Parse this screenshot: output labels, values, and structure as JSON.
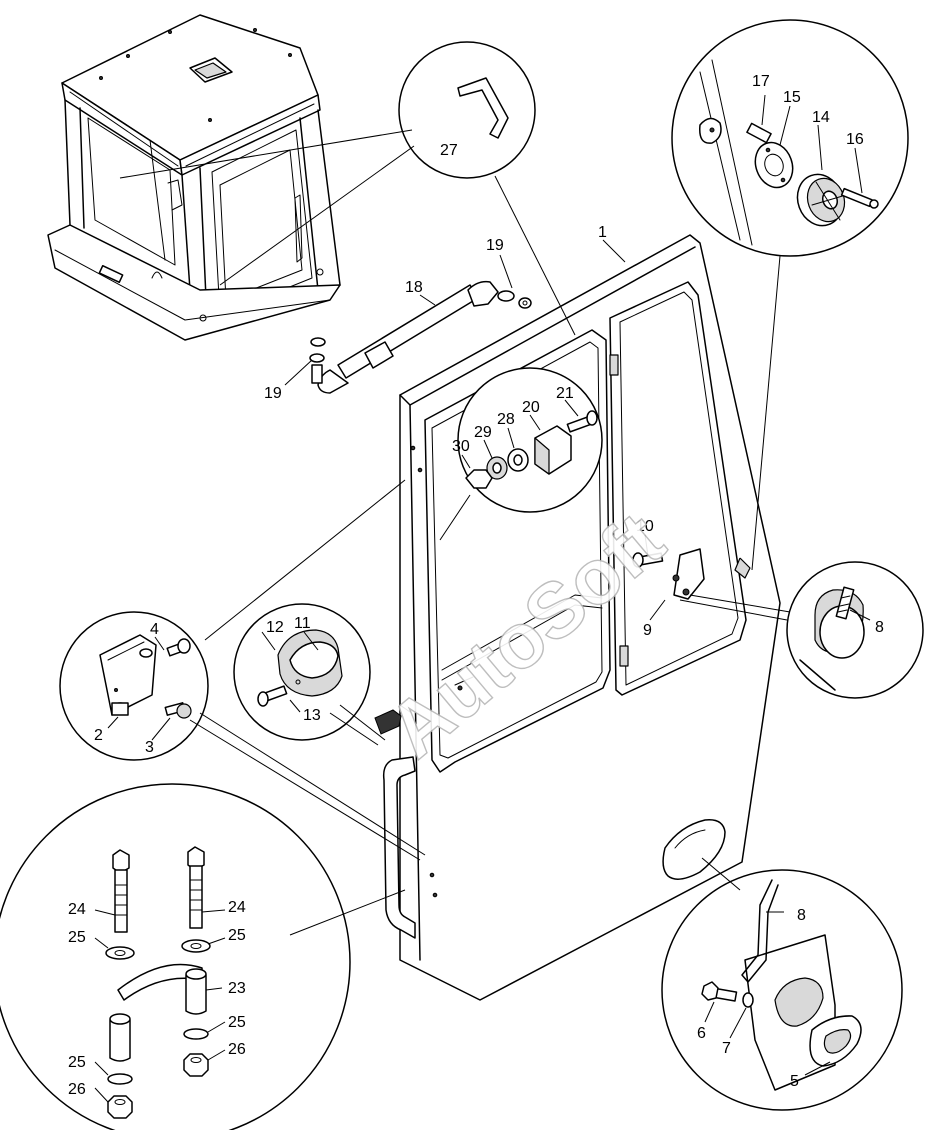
{
  "watermark": "AutoSoft",
  "callouts": [
    {
      "id": "c1",
      "text": "1"
    },
    {
      "id": "c2",
      "text": "2"
    },
    {
      "id": "c3",
      "text": "3"
    },
    {
      "id": "c4",
      "text": "4"
    },
    {
      "id": "c5",
      "text": "5"
    },
    {
      "id": "c6",
      "text": "6"
    },
    {
      "id": "c7",
      "text": "7"
    },
    {
      "id": "c8a",
      "text": "8"
    },
    {
      "id": "c8b",
      "text": "8"
    },
    {
      "id": "c9",
      "text": "9"
    },
    {
      "id": "c10",
      "text": "10"
    },
    {
      "id": "c11",
      "text": "11"
    },
    {
      "id": "c12",
      "text": "12"
    },
    {
      "id": "c13",
      "text": "13"
    },
    {
      "id": "c14",
      "text": "14"
    },
    {
      "id": "c15",
      "text": "15"
    },
    {
      "id": "c16",
      "text": "16"
    },
    {
      "id": "c17",
      "text": "17"
    },
    {
      "id": "c18",
      "text": "18"
    },
    {
      "id": "c19a",
      "text": "19"
    },
    {
      "id": "c19b",
      "text": "19"
    },
    {
      "id": "c20",
      "text": "20"
    },
    {
      "id": "c21",
      "text": "21"
    },
    {
      "id": "c23",
      "text": "23"
    },
    {
      "id": "c24a",
      "text": "24"
    },
    {
      "id": "c24b",
      "text": "24"
    },
    {
      "id": "c25a",
      "text": "25"
    },
    {
      "id": "c25b",
      "text": "25"
    },
    {
      "id": "c25c",
      "text": "25"
    },
    {
      "id": "c25d",
      "text": "25"
    },
    {
      "id": "c26a",
      "text": "26"
    },
    {
      "id": "c26b",
      "text": "26"
    },
    {
      "id": "c27",
      "text": "27"
    },
    {
      "id": "c28",
      "text": "28"
    },
    {
      "id": "c29",
      "text": "29"
    },
    {
      "id": "c30",
      "text": "30"
    }
  ]
}
